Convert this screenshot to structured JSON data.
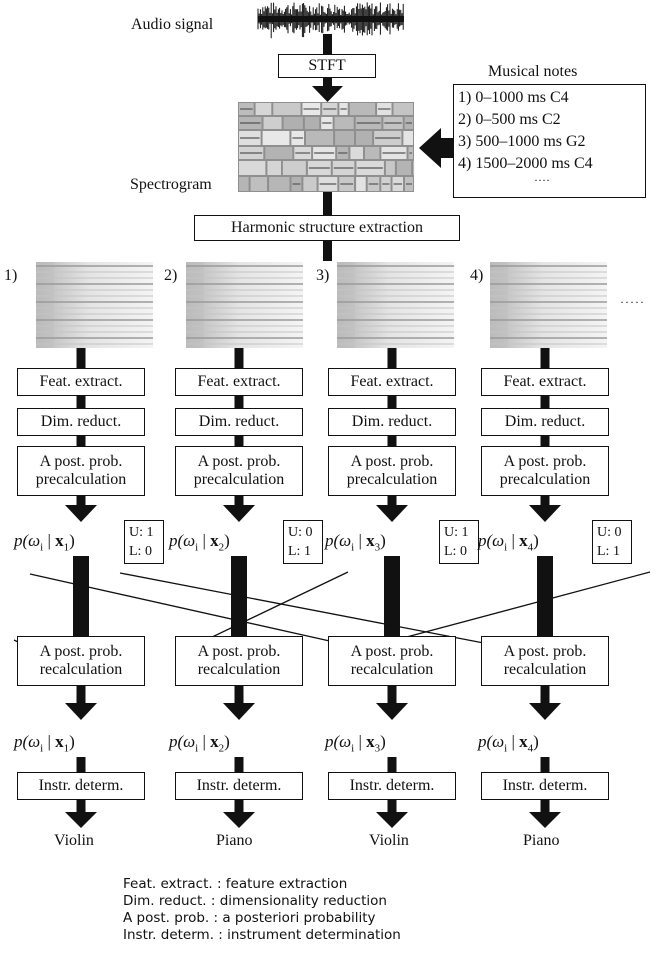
{
  "labels": {
    "audio_signal": "Audio signal",
    "stft": "STFT",
    "spectrogram": "Spectrogram",
    "harmonic_extraction": "Harmonic structure extraction",
    "ellipsis": "·····"
  },
  "musical_notes": {
    "title": "Musical notes",
    "items": [
      "1) 0–1000 ms C4",
      "2) 0–500 ms C2",
      "3) 500–1000 ms G2",
      "4) 1500–2000 ms C4"
    ],
    "more": "····"
  },
  "columns": [
    {
      "index": "1)",
      "feat": "Feat. extract.",
      "dim": "Dim. reduct.",
      "pre1": "A post. prob.",
      "pre2": "precalculation",
      "prob_pre": "p(ω",
      "prob_i": "i",
      "prob_bar": " | ",
      "prob_x": "x",
      "prob_sub": "1",
      "prob_end": ")",
      "u": "U: 1",
      "l": "L: 0",
      "re1": "A post. prob.",
      "re2": "recalculation",
      "instr": "Instr. determ.",
      "result": "Violin"
    },
    {
      "index": "2)",
      "feat": "Feat. extract.",
      "dim": "Dim. reduct.",
      "pre1": "A post. prob.",
      "pre2": "precalculation",
      "prob_pre": "p(ω",
      "prob_i": "i",
      "prob_bar": " | ",
      "prob_x": "x",
      "prob_sub": "2",
      "prob_end": ")",
      "u": "U: 0",
      "l": "L: 1",
      "re1": "A post. prob.",
      "re2": "recalculation",
      "instr": "Instr. determ.",
      "result": "Piano"
    },
    {
      "index": "3)",
      "feat": "Feat. extract.",
      "dim": "Dim. reduct.",
      "pre1": "A post. prob.",
      "pre2": "precalculation",
      "prob_pre": "p(ω",
      "prob_i": "i",
      "prob_bar": " | ",
      "prob_x": "x",
      "prob_sub": "3",
      "prob_end": ")",
      "u": "U: 1",
      "l": "L: 0",
      "re1": "A post. prob.",
      "re2": "recalculation",
      "instr": "Instr. determ.",
      "result": "Violin"
    },
    {
      "index": "4)",
      "feat": "Feat. extract.",
      "dim": "Dim. reduct.",
      "pre1": "A post. prob.",
      "pre2": "precalculation",
      "prob_pre": "p(ω",
      "prob_i": "i",
      "prob_bar": " | ",
      "prob_x": "x",
      "prob_sub": "4",
      "prob_end": ")",
      "u": "U: 0",
      "l": "L: 1",
      "re1": "A post. prob.",
      "re2": "recalculation",
      "instr": "Instr. determ.",
      "result": "Piano"
    }
  ],
  "legend": [
    "Feat. extract. : feature extraction",
    "Dim. reduct. : dimensionality reduction",
    "A post. prob. : a posteriori probability",
    "Instr. determ. : instrument determination"
  ]
}
